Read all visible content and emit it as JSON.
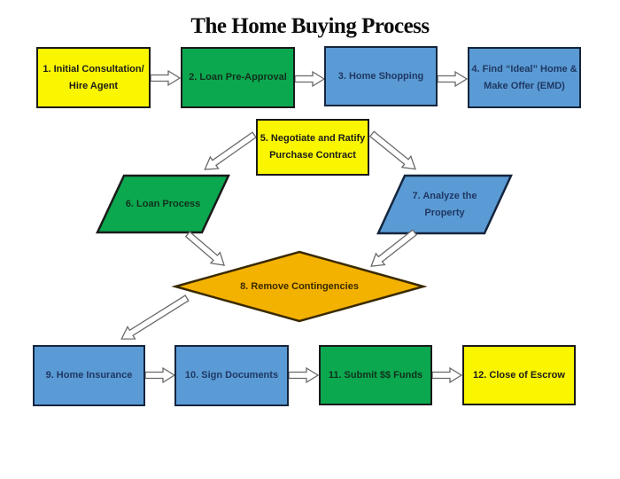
{
  "title": "The Home Buying Process",
  "palette": {
    "yellow": "#faf600",
    "green": "#0ba84f",
    "blue": "#5b9bd5",
    "gold": "#f4b200",
    "box_border": "#1a1a1a",
    "blue_border": "#14253d",
    "diamond_border": "#3a2a00",
    "blue_text": "#1f3864",
    "arrow_fill": "#fefefe",
    "arrow_outline": "#6a6a6a"
  },
  "nodes": {
    "step1": {
      "shape": "rectangle",
      "color": "yellow",
      "lines": [
        "1. Initial Consultation/",
        "Hire Agent"
      ]
    },
    "step2": {
      "shape": "rectangle",
      "color": "green",
      "lines": [
        "2. Loan Pre-Approval"
      ]
    },
    "step3": {
      "shape": "rectangle",
      "color": "blue",
      "lines": [
        "3. Home Shopping"
      ]
    },
    "step4": {
      "shape": "rectangle",
      "color": "blue",
      "lines": [
        "4. Find “Ideal” Home &",
        "Make Offer (EMD)"
      ]
    },
    "step5": {
      "shape": "rectangle",
      "color": "yellow",
      "lines": [
        "5. Negotiate and Ratify",
        "Purchase Contract"
      ]
    },
    "step6": {
      "shape": "parallelogram",
      "color": "green",
      "lines": [
        "6. Loan Process"
      ]
    },
    "step7": {
      "shape": "parallelogram",
      "color": "blue",
      "lines": [
        "7. Analyze the",
        "Property"
      ]
    },
    "step8": {
      "shape": "diamond",
      "color": "gold",
      "lines": [
        "8. Remove Contingencies"
      ]
    },
    "step9": {
      "shape": "rectangle",
      "color": "blue",
      "lines": [
        "9. Home Insurance"
      ]
    },
    "step10": {
      "shape": "rectangle",
      "color": "blue",
      "lines": [
        "10. Sign Documents"
      ]
    },
    "step11": {
      "shape": "rectangle",
      "color": "green",
      "lines": [
        "11. Submit $$ Funds"
      ]
    },
    "step12": {
      "shape": "rectangle",
      "color": "yellow",
      "lines": [
        "12. Close of Escrow"
      ]
    }
  },
  "edges": [
    {
      "from": "step1",
      "to": "step2"
    },
    {
      "from": "step2",
      "to": "step3"
    },
    {
      "from": "step3",
      "to": "step4"
    },
    {
      "from": "step5",
      "to": "step6"
    },
    {
      "from": "step5",
      "to": "step7"
    },
    {
      "from": "step6",
      "to": "step8"
    },
    {
      "from": "step7",
      "to": "step8"
    },
    {
      "from": "step8",
      "to": "step9"
    },
    {
      "from": "step9",
      "to": "step10"
    },
    {
      "from": "step10",
      "to": "step11"
    },
    {
      "from": "step11",
      "to": "step12"
    }
  ]
}
